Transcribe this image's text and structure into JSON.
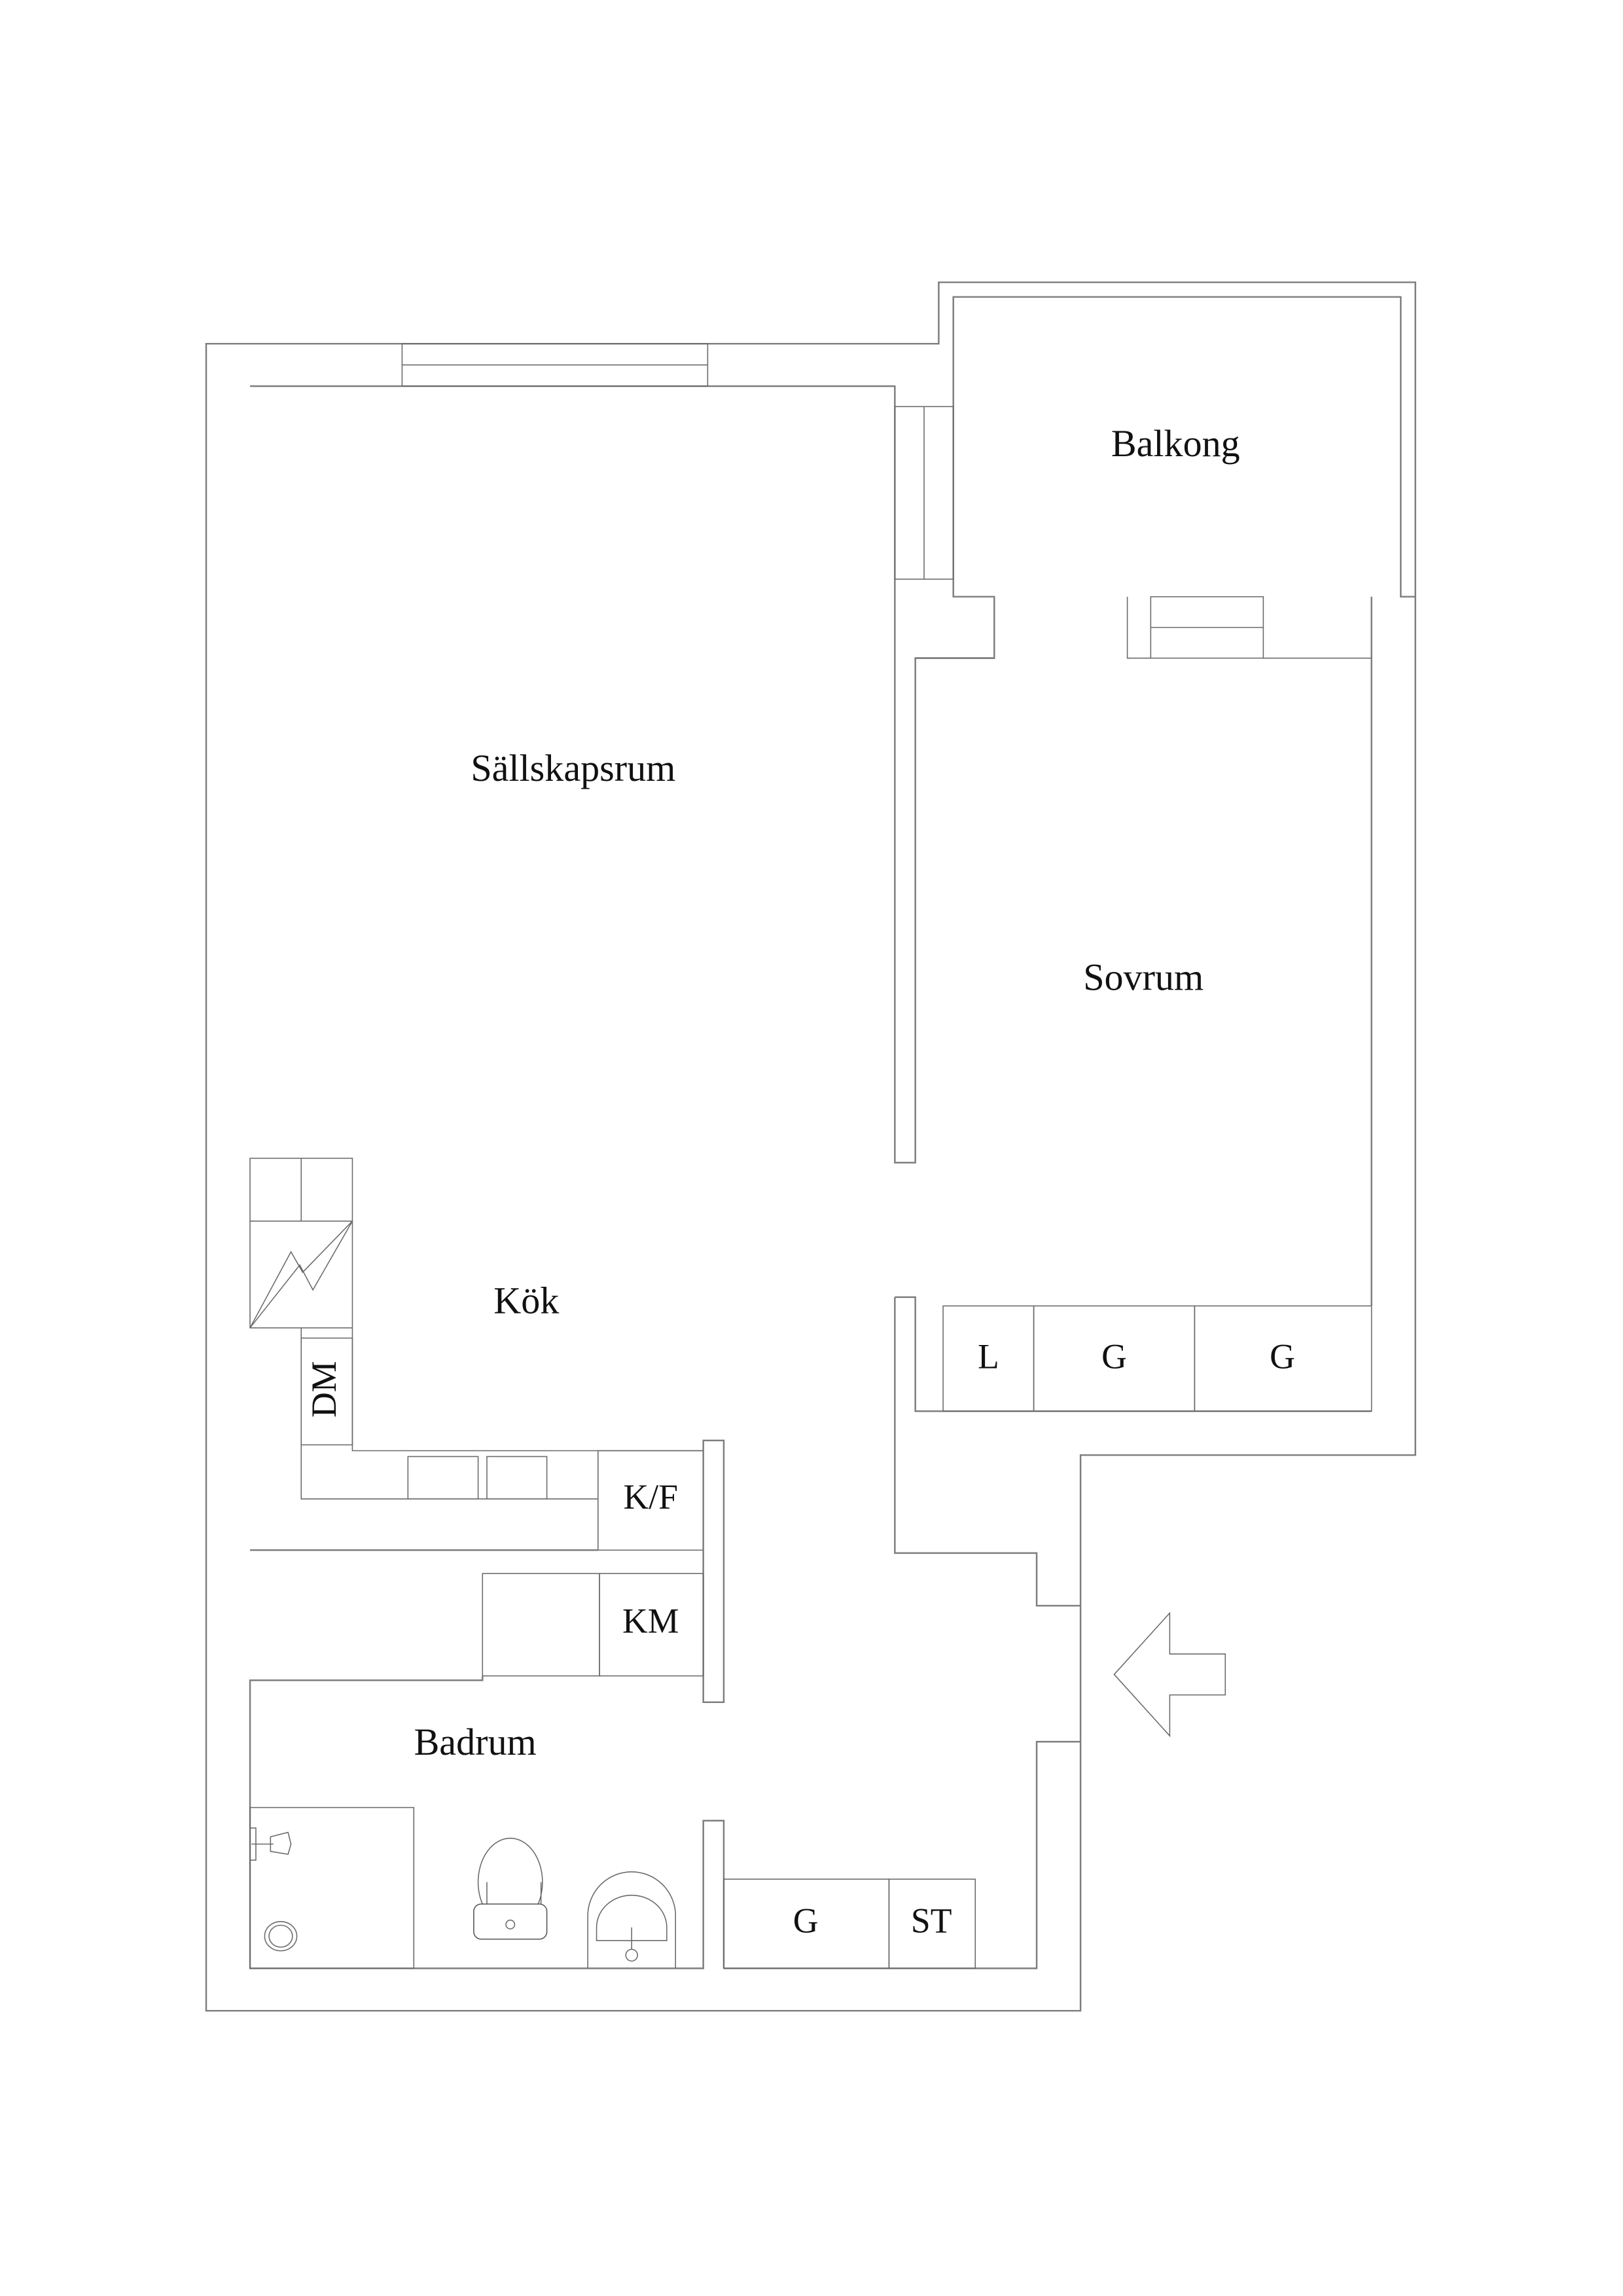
{
  "plan": {
    "rooms": {
      "living": "Sällskapsrum",
      "bedroom": "Sovrum",
      "balcony": "Balkong",
      "kitchen": "Kök",
      "bathroom": "Badrum"
    },
    "fixtures": {
      "dishwasher": "DM",
      "fridge_freezer": "K/F",
      "washing_machine": "KM",
      "linen_closet": "L",
      "wardrobe_1": "G",
      "wardrobe_2": "G",
      "wardrobe_hall": "G",
      "cleaning_closet": "ST"
    },
    "entrance_arrow": "entrance-arrow-icon",
    "line_color": "#7d7d7d",
    "text_color": "#111111"
  }
}
